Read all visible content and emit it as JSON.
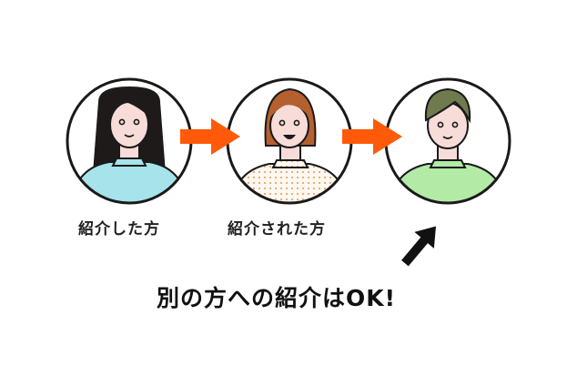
{
  "labels": {
    "person1": "紹介した方",
    "person2": "紹介された方"
  },
  "caption": "別の方への紹介はOK!",
  "colors": {
    "arrow": "#ff5a0a",
    "outline": "#1a1a1a",
    "person1_shirt": "#a6e3ea",
    "person2_shirt_dots": "#e9a86a",
    "person3_shirt": "#b2eaa6",
    "person1_hair": "#1f1a1a",
    "person2_hair": "#b5602f",
    "person3_hair": "#6f7a4e",
    "skin": "#f7dcd8"
  },
  "icons": {
    "person1": "woman-long-hair-icon",
    "person2": "woman-short-hair-icon",
    "person3": "man-icon",
    "flow_arrows": "arrow-right-icon",
    "pointer_arrow": "arrow-up-right-icon"
  }
}
